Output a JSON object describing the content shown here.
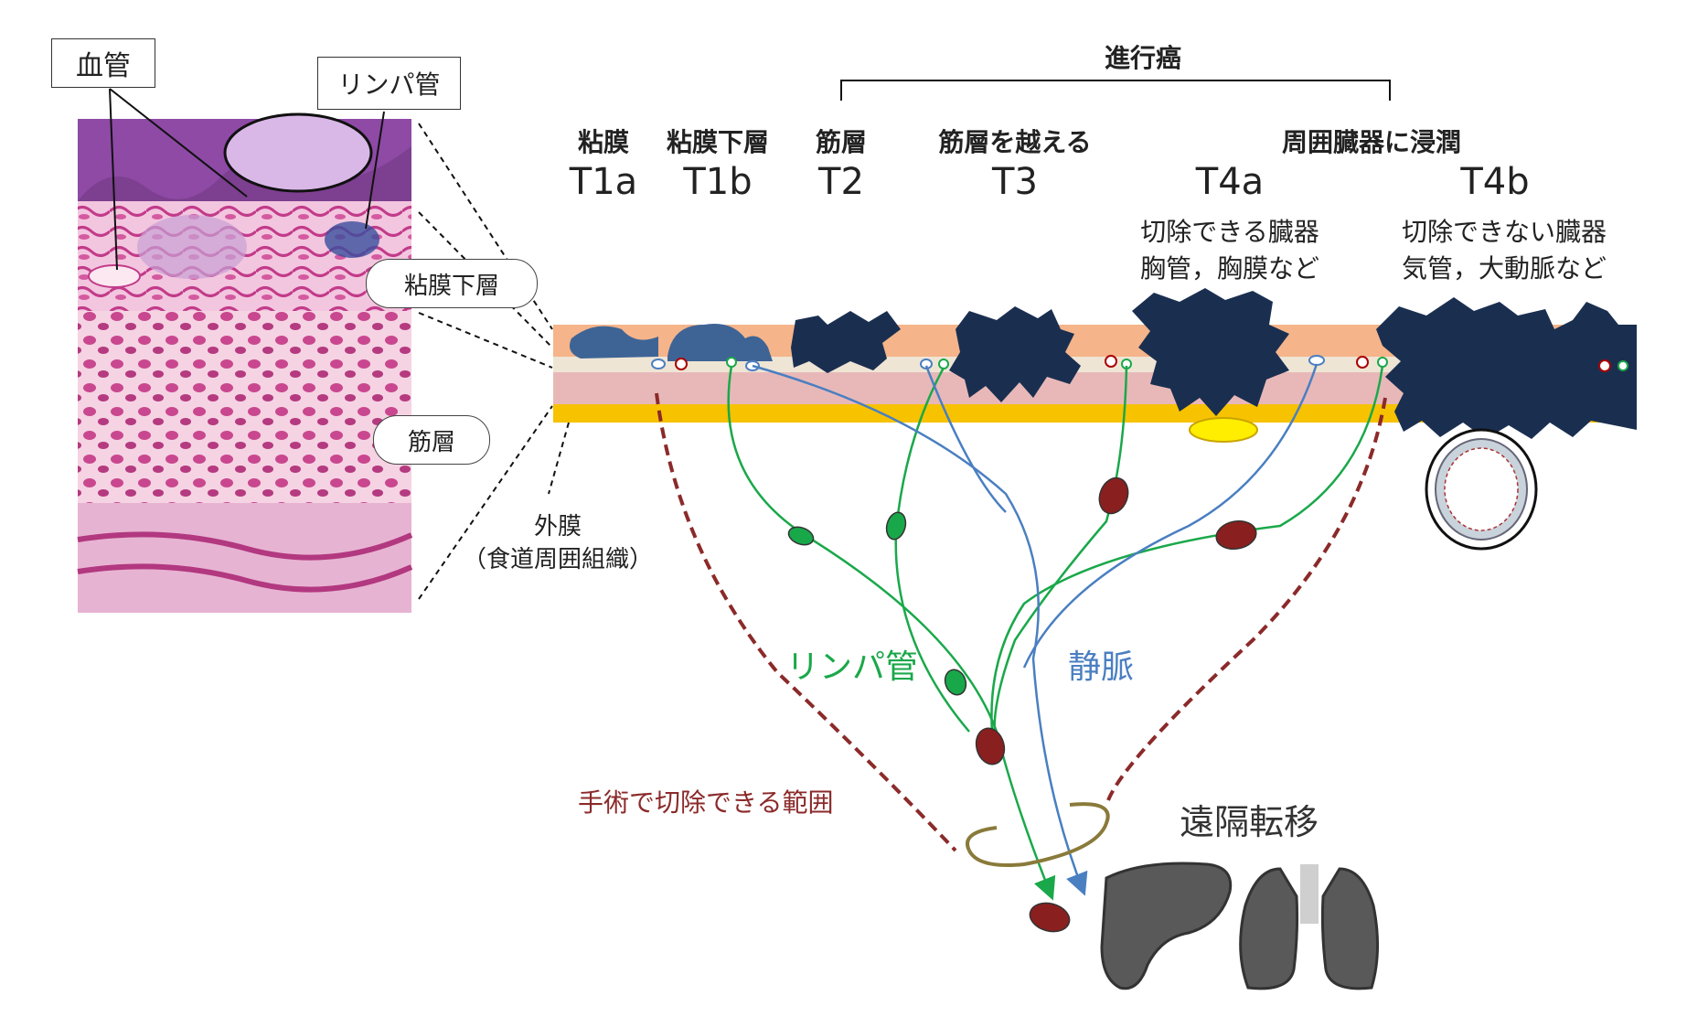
{
  "histology": {
    "blood_vessel_label": "血管",
    "lymph_vessel_label": "リンパ管",
    "submucosa_label": "粘膜下層",
    "muscle_label": "筋層",
    "adventitia_label_line1": "外膜",
    "adventitia_label_line2": "（食道周囲組織）"
  },
  "advanced_label": "進行癌",
  "stages": [
    {
      "name": "粘膜",
      "code": "T1a"
    },
    {
      "name": "粘膜下層",
      "code": "T1b"
    },
    {
      "name": "筋層",
      "code": "T2"
    },
    {
      "name": "筋層を越える",
      "code": "T3"
    },
    {
      "name": "周囲臓器に浸潤",
      "code": "T4a"
    },
    {
      "name": "",
      "code": "T4b"
    }
  ],
  "t4a_note": [
    "切除できる臓器",
    "胸管，胸膜など"
  ],
  "t4b_note": [
    "切除できない臓器",
    "気管，大動脈など"
  ],
  "lymph_label": "リンパ管",
  "vein_label": "静脈",
  "resectable_label": "手術で切除できる範囲",
  "distant_label": "遠隔転移",
  "colors": {
    "lymph": "#1aa84a",
    "vein": "#4a7fc1",
    "resect": "#8b2a2a",
    "tumor": "#1a2f50",
    "mucosa": "#f5b48a",
    "submucosa": "#efe5d5",
    "muscle": "#e8b8b8",
    "adventitia": "#f7c200",
    "organ": "#595959"
  }
}
